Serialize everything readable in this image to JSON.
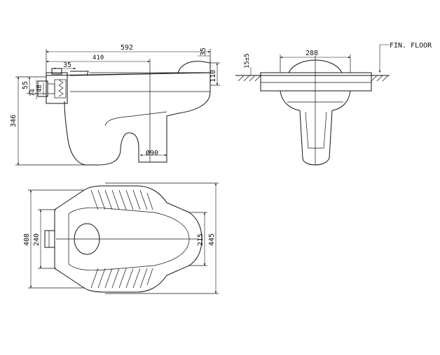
{
  "side_view": {
    "dim_overall_length": "592",
    "dim_outlet_offset": "410",
    "dim_inlet_length": "35",
    "dim_top_step": "35",
    "dim_rim_height": "110",
    "dim_inlet_height": "55",
    "dim_inlet_outer": "74",
    "dim_inlet_inner": "48",
    "dim_total_height": "346",
    "dim_outlet_diameter": "Ø90"
  },
  "end_view": {
    "dim_width": "288",
    "dim_floor_tolerance": "15±5",
    "floor_label": "FIN. FLOOR"
  },
  "plan_view": {
    "dim_inner_width": "240",
    "dim_rim_width": "408",
    "dim_bowl_width": "215",
    "dim_overall_width": "445"
  }
}
